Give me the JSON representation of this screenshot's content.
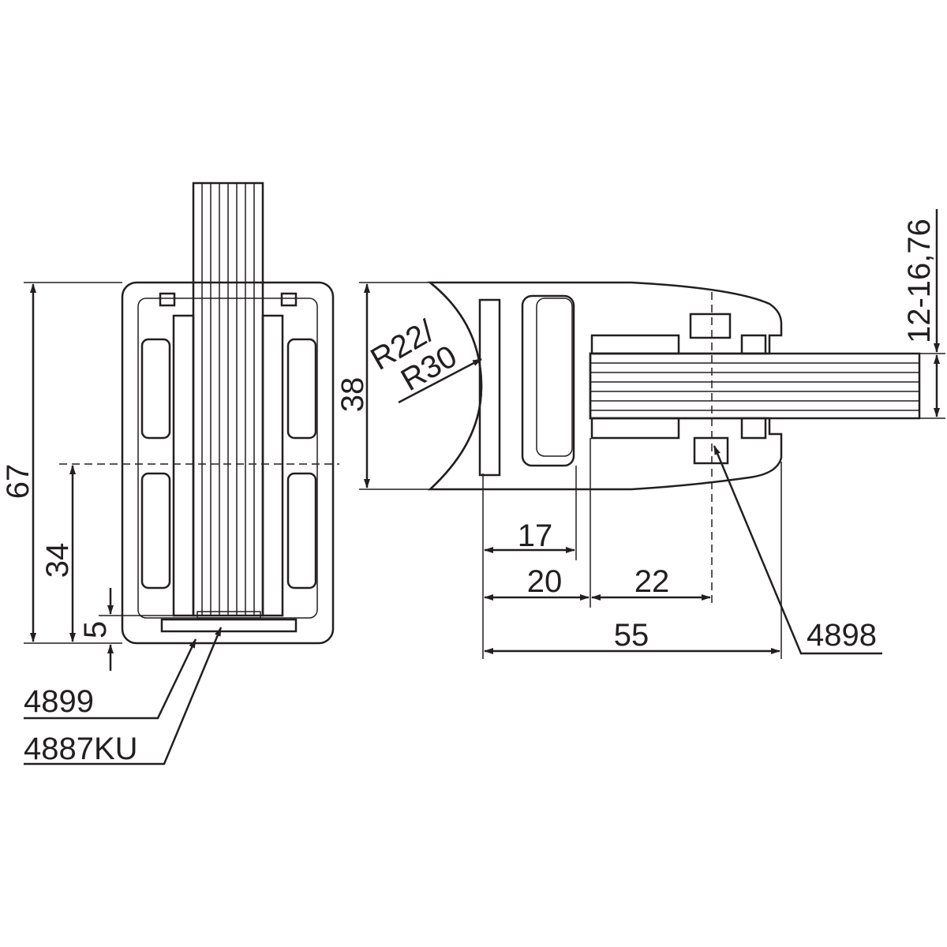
{
  "drawing": {
    "front_view": {
      "dim_height_total": "67",
      "dim_height_center": "34",
      "dim_bottom": "5",
      "part_label_1": "4899",
      "part_label_2": "4887KU"
    },
    "side_view": {
      "dim_height": "38",
      "radius_line1": "R22/",
      "radius_line2": "R30",
      "dim_17": "17",
      "dim_20": "20",
      "dim_22": "22",
      "dim_55": "55",
      "glass_thickness": "12-16,76",
      "part_label": "4898"
    },
    "colors": {
      "line": "#231f20",
      "background": "#ffffff"
    }
  }
}
